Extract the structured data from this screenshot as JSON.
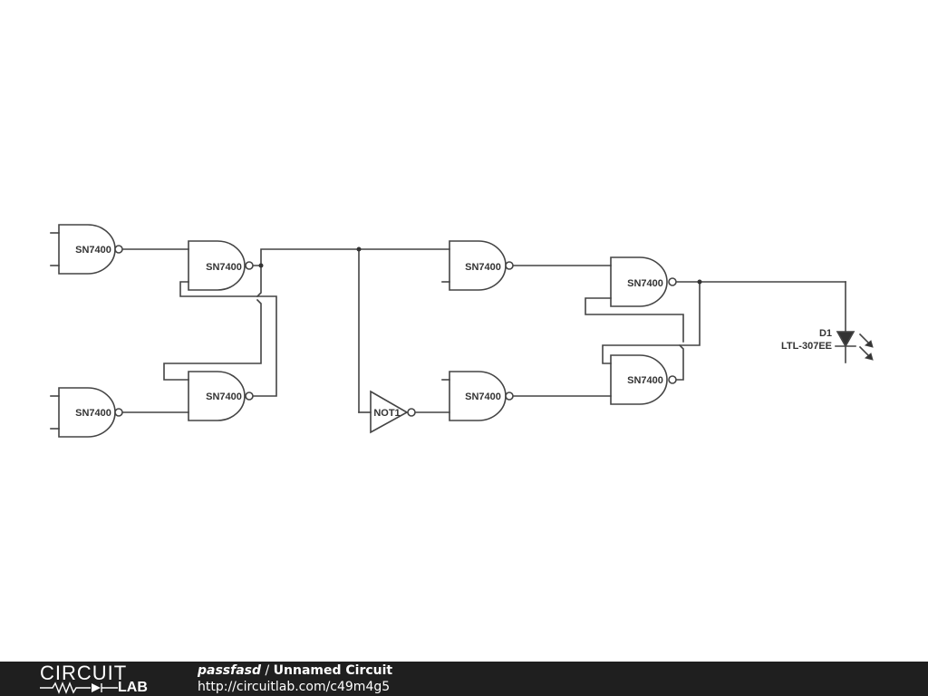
{
  "gates": {
    "g1": "SN7400",
    "g2": "SN7400",
    "g3": "SN7400",
    "g4": "SN7400",
    "g5": "SN7400",
    "g6": "SN7400",
    "g7": "SN7400",
    "g8": "SN7400",
    "not1": "NOT1"
  },
  "led": {
    "name": "D1",
    "part": "LTL-307EE"
  },
  "footer": {
    "logo_top": "CIRCUIT",
    "logo_bottom": "LAB",
    "user": "passfasd",
    "separator": " / ",
    "circuit_name": "Unnamed Circuit",
    "url": "http://circuitlab.com/c49m4g5"
  },
  "colors": {
    "wire": "#444444",
    "footer_bg": "#1f1f1f"
  }
}
